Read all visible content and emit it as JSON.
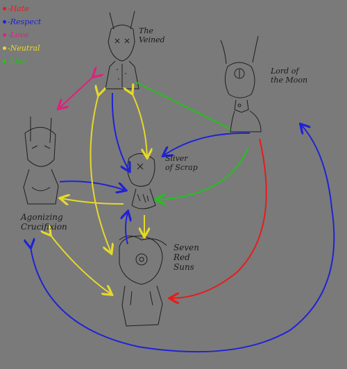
{
  "legend": [
    {
      "label": "-Hate",
      "color": "#e81b1b"
    },
    {
      "label": "-Respect",
      "color": "#1f22d6"
    },
    {
      "label": "-Love",
      "color": "#e0207f"
    },
    {
      "label": "-Neutral",
      "color": "#e6d92a"
    },
    {
      "label": "-Like",
      "color": "#22c21c"
    }
  ],
  "characters": {
    "the_veined": {
      "label": "The\nVeined"
    },
    "lord_of_the_moon": {
      "label": "Lord of\nthe Moon"
    },
    "sliver_of_scrap": {
      "label": "Sliver\nof Scrap"
    },
    "agonizing_crucifixion": {
      "label": "Agonizing\nCrucifixion"
    },
    "seven_red_suns": {
      "label": "Seven\nRed\nSuns"
    }
  },
  "colors": {
    "background": "#7a7a7a",
    "sketch": "#1e1e1e",
    "hate": "#e81b1b",
    "respect": "#1f22d6",
    "love": "#e0207f",
    "neutral": "#e6d92a",
    "like": "#22c21c"
  }
}
